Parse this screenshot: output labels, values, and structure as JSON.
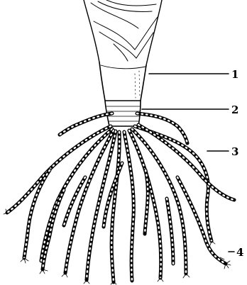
{
  "figure": {
    "labels": [
      "1",
      "2",
      "3",
      "4"
    ]
  }
}
